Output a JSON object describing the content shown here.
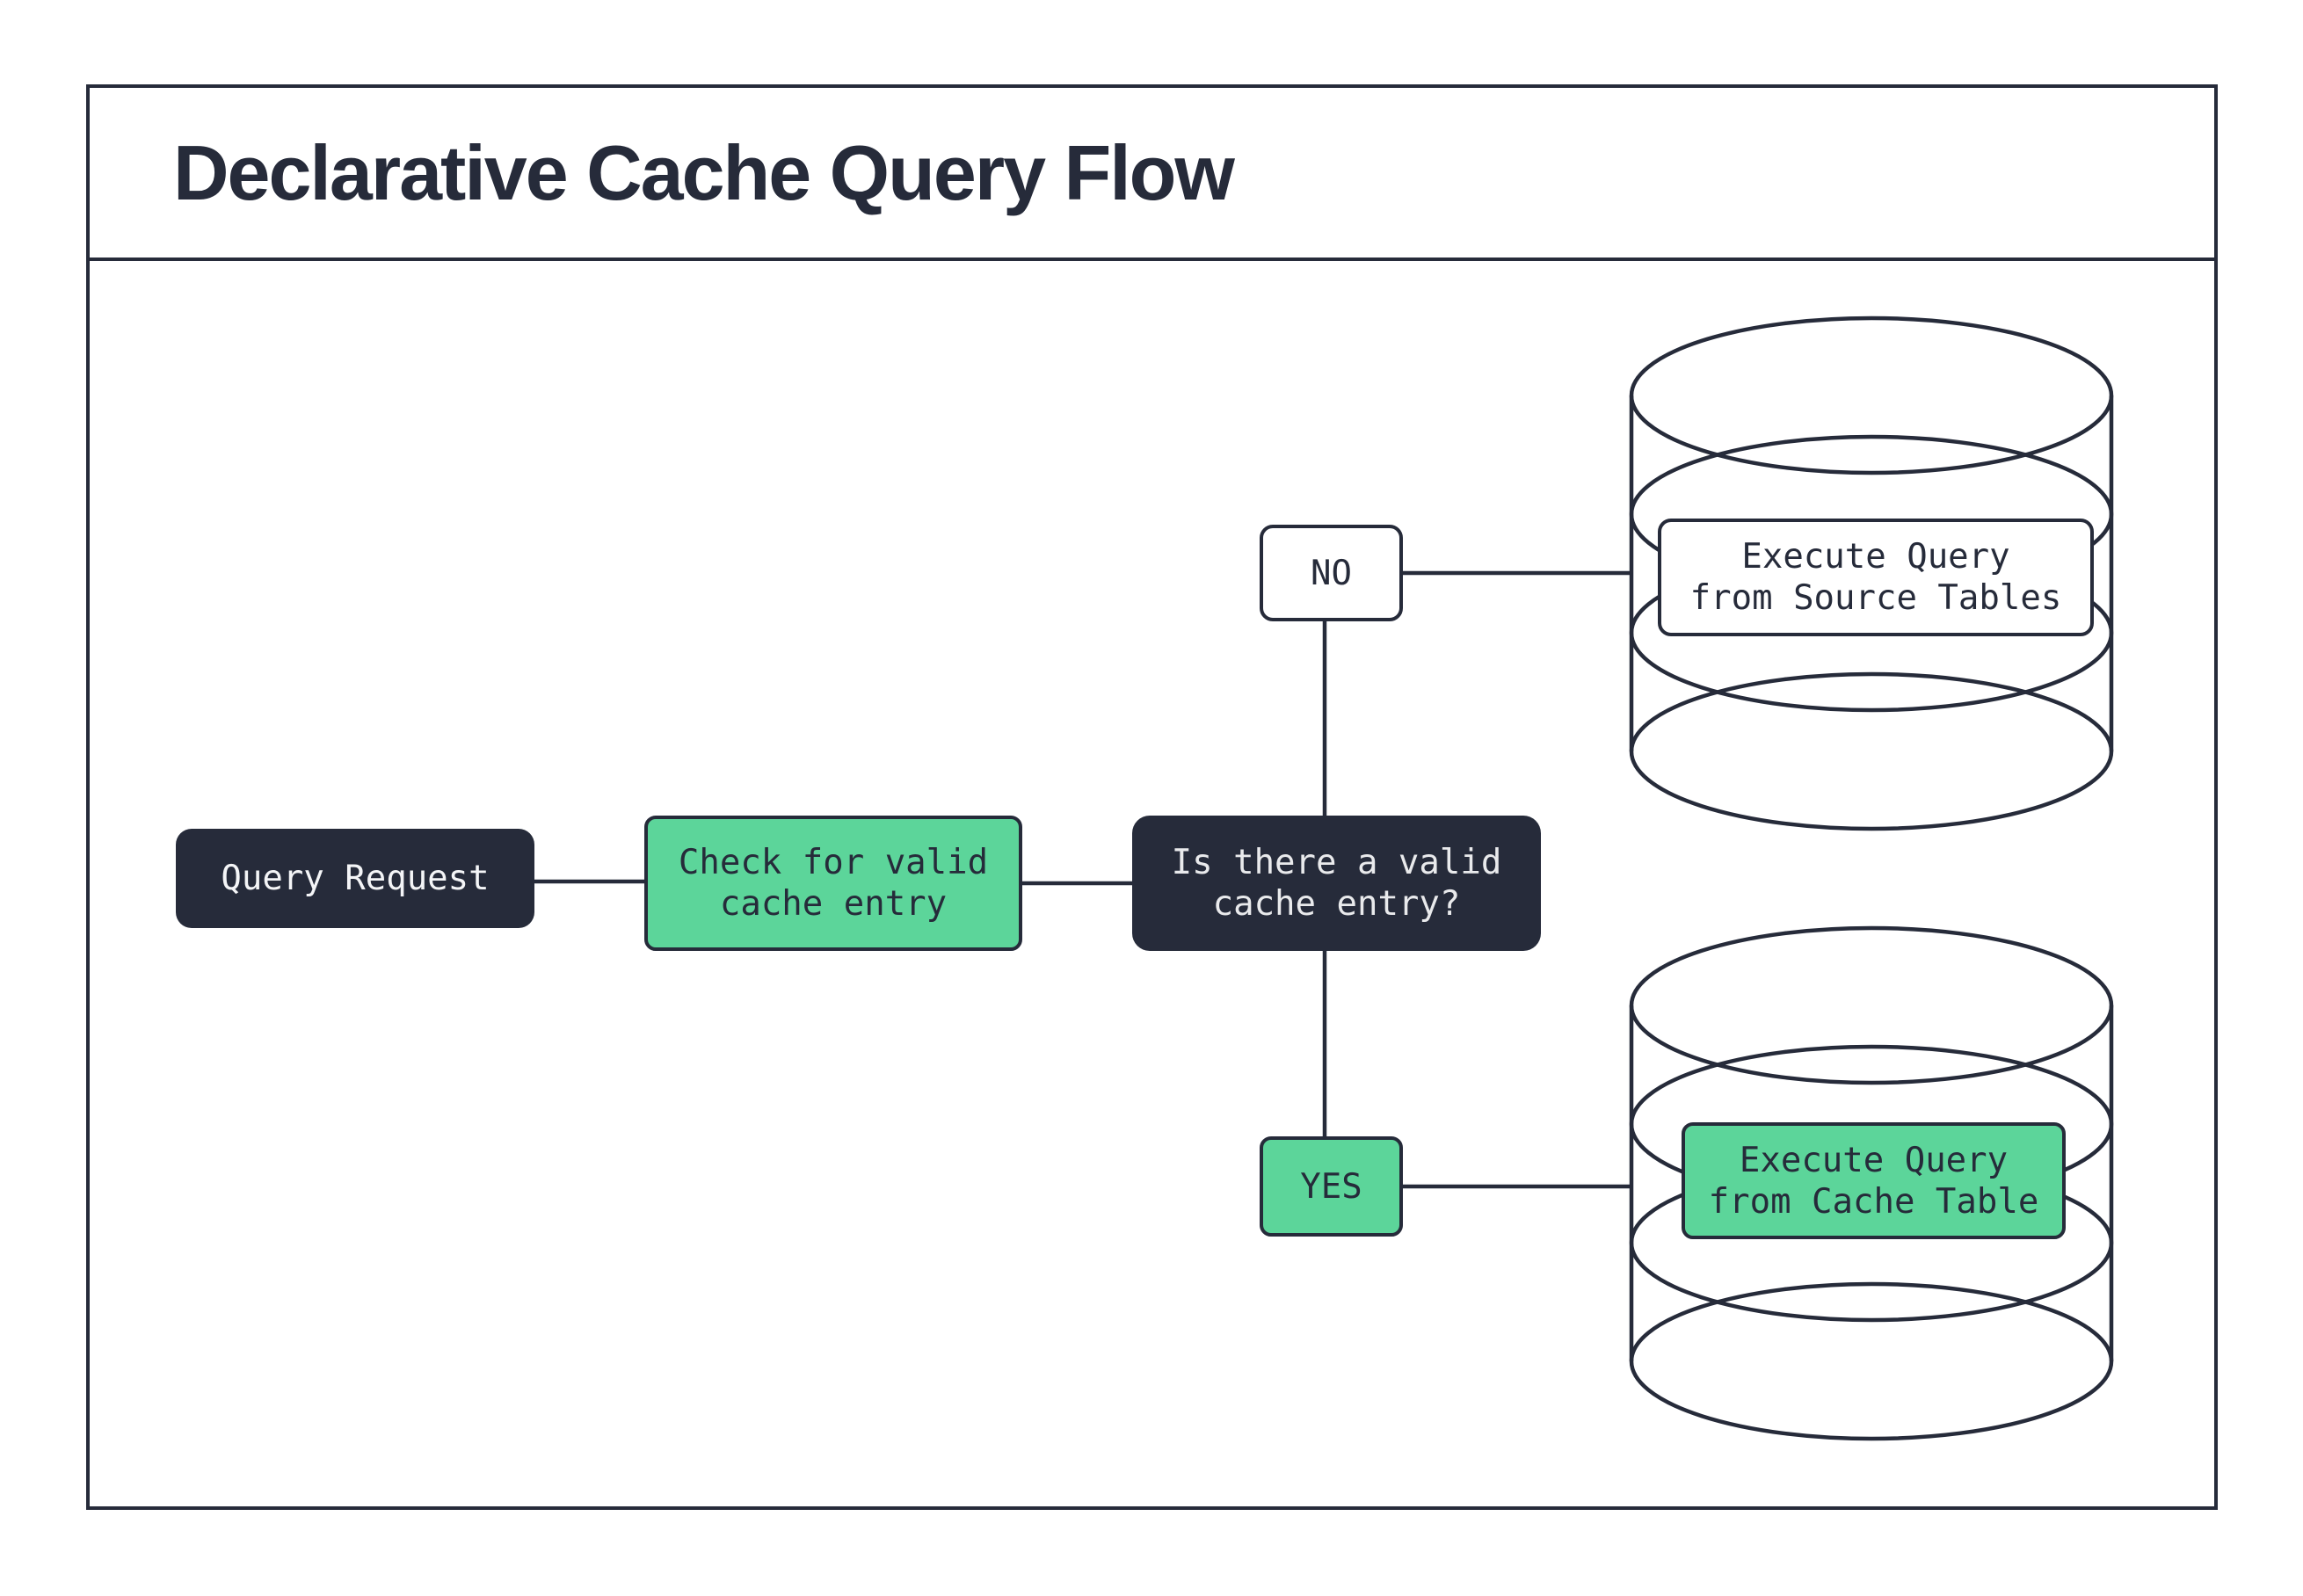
{
  "header": {
    "title": "Declarative Cache Query Flow"
  },
  "colors": {
    "ink": "#262b3a",
    "green": "#5cd59a",
    "paper": "#ffffff",
    "decision_text": "#e9eaec"
  },
  "nodes": {
    "query_request": {
      "label": "Query Request"
    },
    "check_cache": {
      "line1": "Check for valid",
      "line2": "cache entry"
    },
    "decision": {
      "line1": "Is there a valid",
      "line2": "cache entry?"
    },
    "no_branch": {
      "label": "NO"
    },
    "yes_branch": {
      "label": "YES"
    },
    "exec_source": {
      "line1": "Execute Query",
      "line2": "from Source Tables"
    },
    "exec_cache": {
      "line1": "Execute Query",
      "line2": "from Cache Table"
    }
  },
  "icons": {
    "source_database": "database-cylinder-icon",
    "cache_database": "database-cylinder-icon"
  }
}
